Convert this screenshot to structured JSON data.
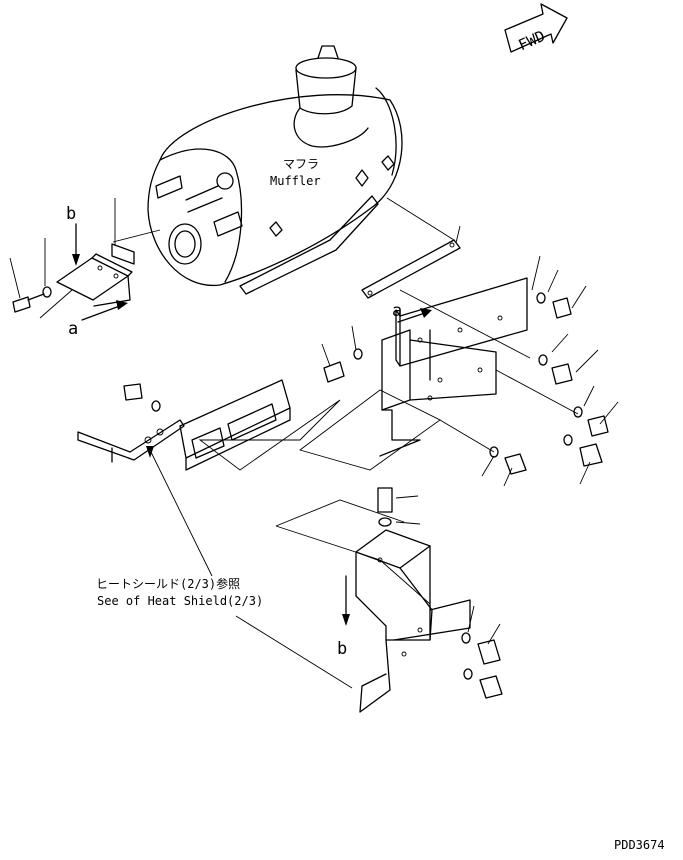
{
  "direction_arrow": {
    "label": "FWD",
    "icon": "forward-direction-arrow-icon"
  },
  "muffler": {
    "label_jp": "マフラ",
    "label_en": "Muffler"
  },
  "callouts": {
    "a_upper": "a",
    "a_lower": "a",
    "b_upper": "b",
    "b_lower": "b"
  },
  "reference_note": {
    "jp": "ヒートシールド(2/3)参照",
    "en": "See of Heat Shield(2/3)"
  },
  "drawing_number": "PDD3674"
}
